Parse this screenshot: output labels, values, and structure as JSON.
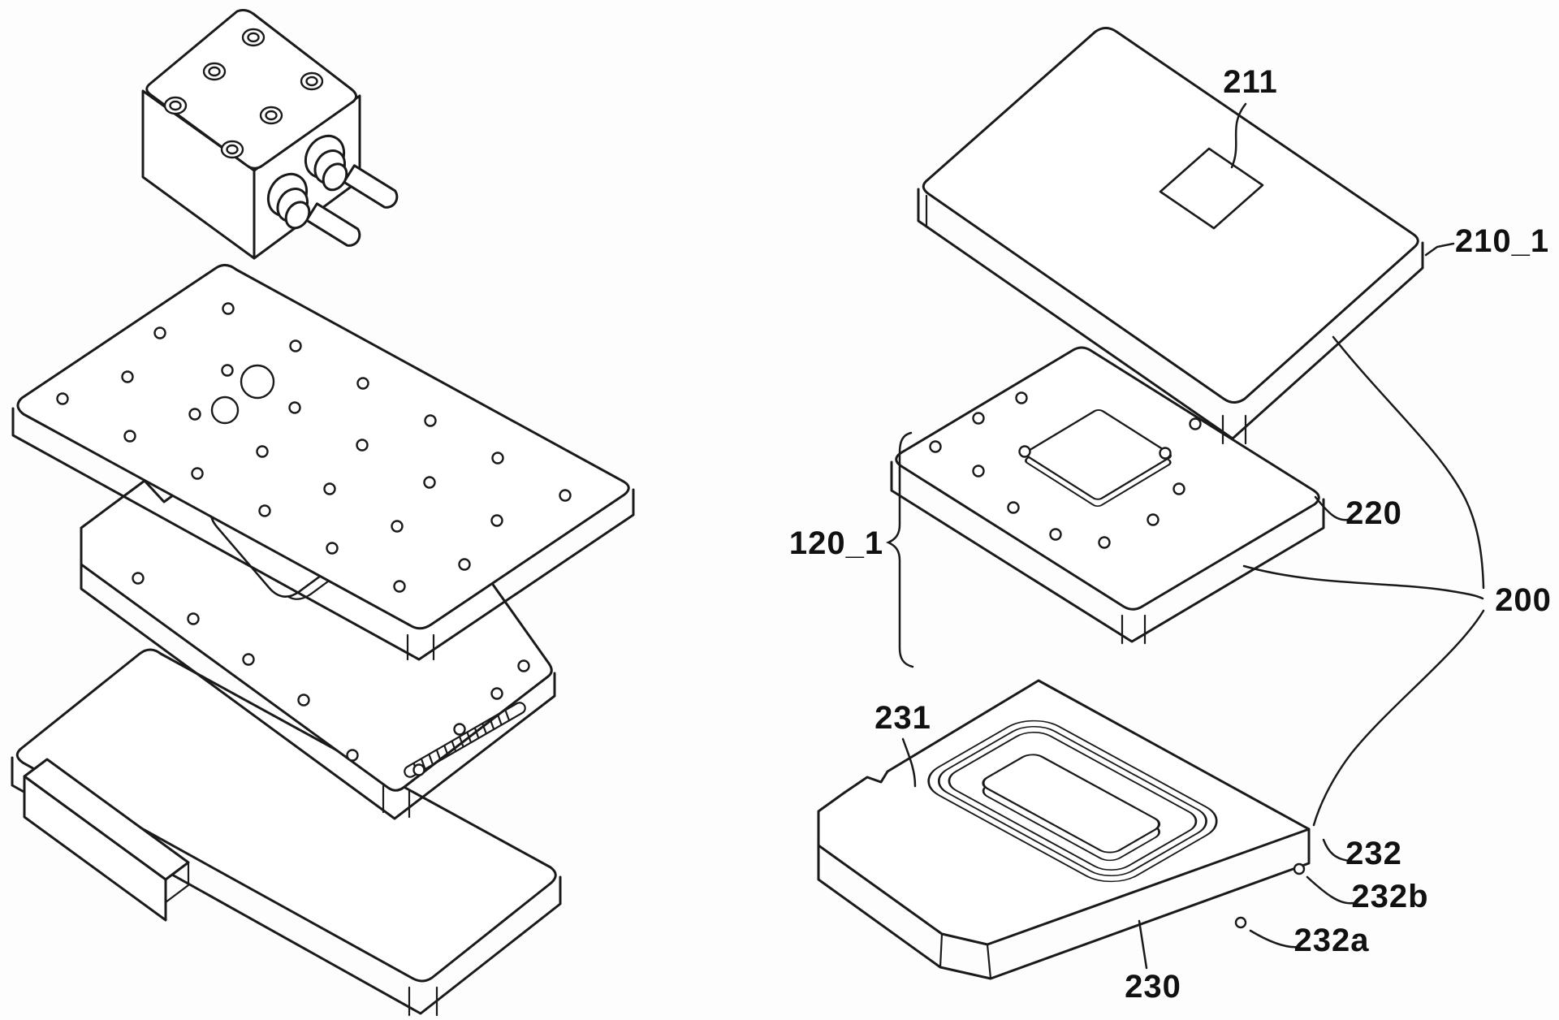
{
  "figure": {
    "kind": "patent-exploded-assembly-diagram",
    "background": "#fdfdfd",
    "line_color": "#1a1a1a",
    "labels": {
      "n211": "211",
      "n210_1": "210_1",
      "n220": "220",
      "n200": "200",
      "n120_1": "120_1",
      "n231": "231",
      "n232": "232",
      "n232b": "232b",
      "n232a": "232a",
      "n230": "230"
    }
  }
}
